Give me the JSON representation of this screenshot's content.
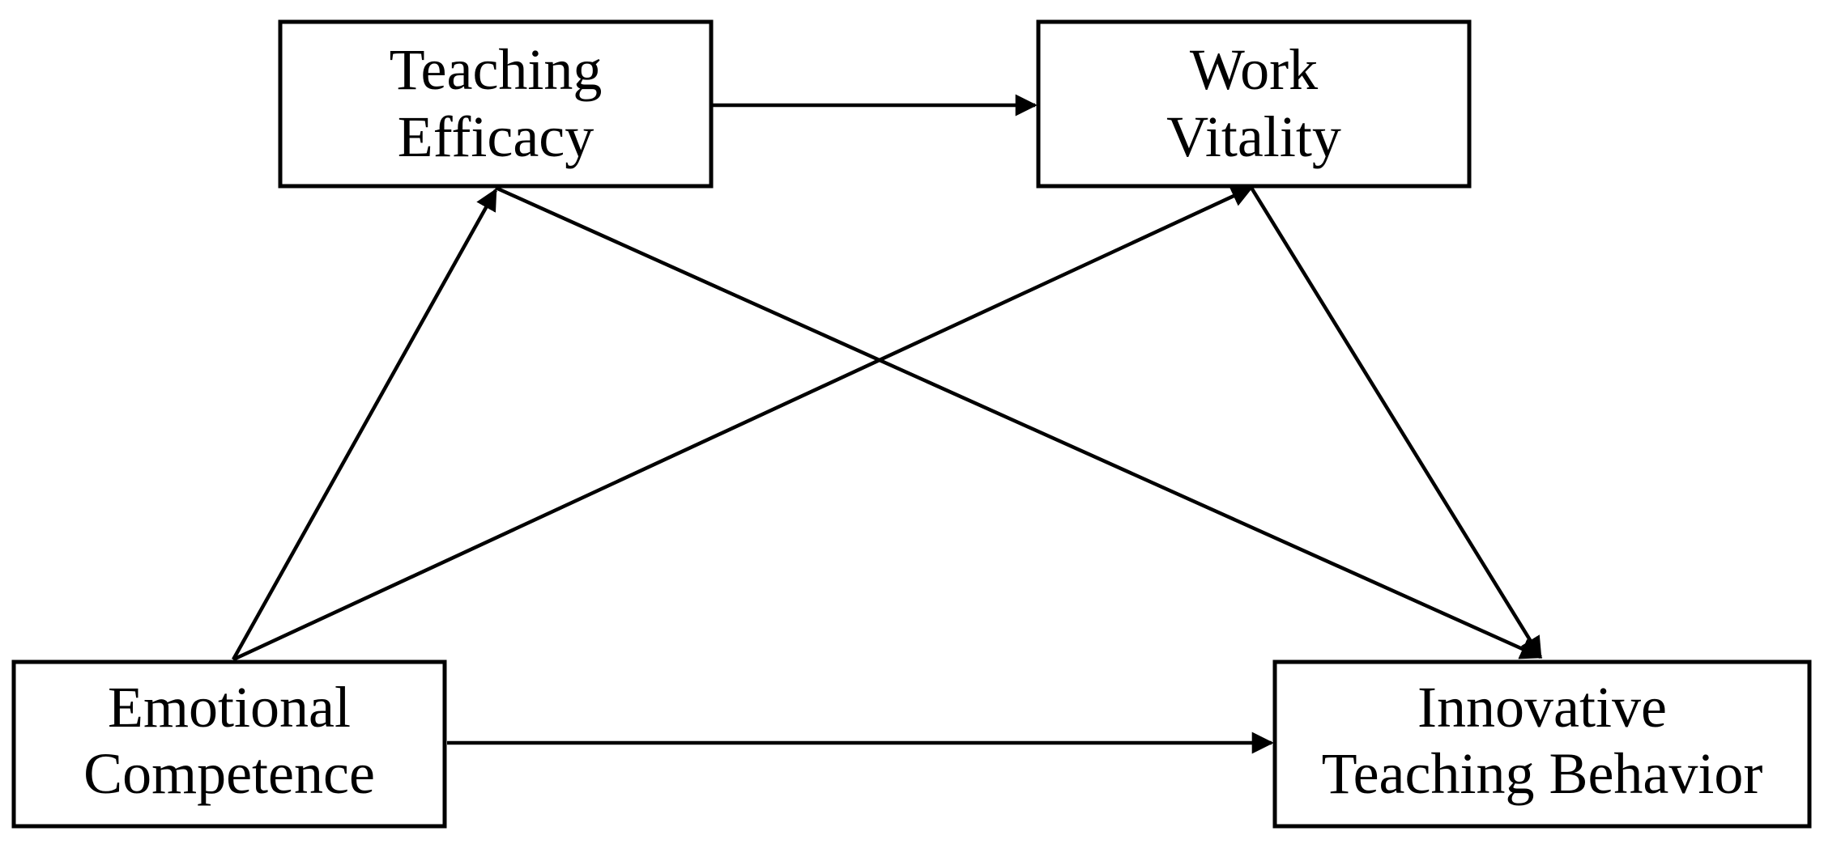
{
  "nodes": {
    "teaching_efficacy": {
      "line1": "Teaching",
      "line2": "Efficacy"
    },
    "work_vitality": {
      "line1": "Work",
      "line2": "Vitality"
    },
    "emotional_competence": {
      "line1": "Emotional",
      "line2": "Competence"
    },
    "innovative_teaching_behavior": {
      "line1": "Innovative",
      "line2": "Teaching Behavior"
    }
  },
  "colors": {
    "stroke": "#000000",
    "background": "#ffffff"
  }
}
